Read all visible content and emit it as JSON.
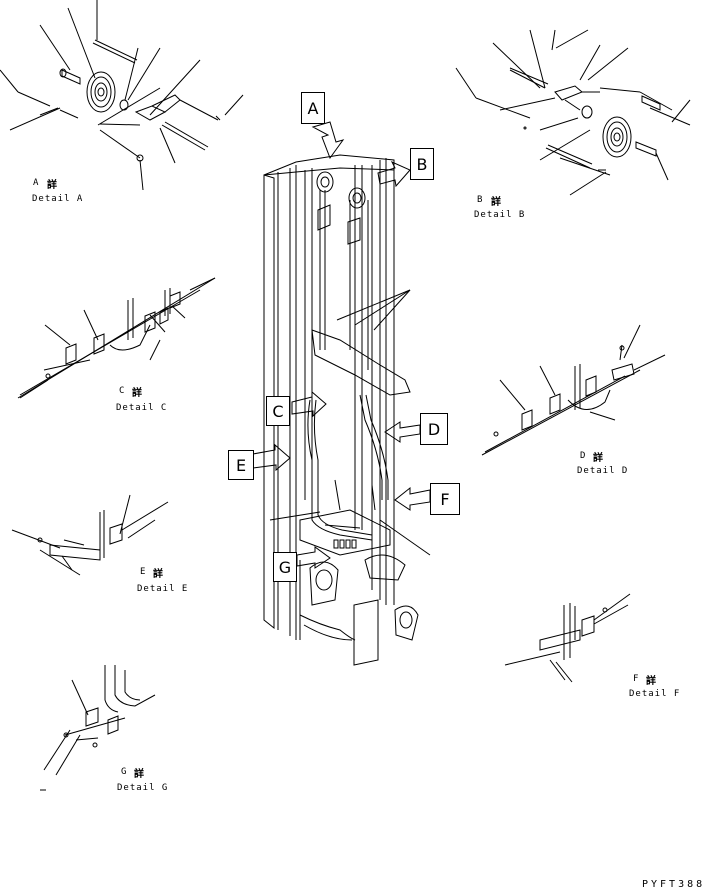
{
  "views": {
    "A": {
      "letter": "A",
      "kanji": "詳",
      "detail": "Detail A"
    },
    "B": {
      "letter": "B",
      "kanji": "詳",
      "detail": "Detail B"
    },
    "C": {
      "letter": "C",
      "kanji": "詳",
      "detail": "Detail C"
    },
    "D": {
      "letter": "D",
      "kanji": "詳",
      "detail": "Detail D"
    },
    "E": {
      "letter": "E",
      "kanji": "詳",
      "detail": "Detail E"
    },
    "F": {
      "letter": "F",
      "kanji": "詳",
      "detail": "Detail F"
    },
    "G": {
      "letter": "G",
      "kanji": "詳",
      "detail": "Detail G"
    }
  },
  "callouts": {
    "A": "A",
    "B": "B",
    "C": "C",
    "D": "D",
    "E": "E",
    "F": "F",
    "G": "G"
  },
  "drawing_code": "PYFT388"
}
